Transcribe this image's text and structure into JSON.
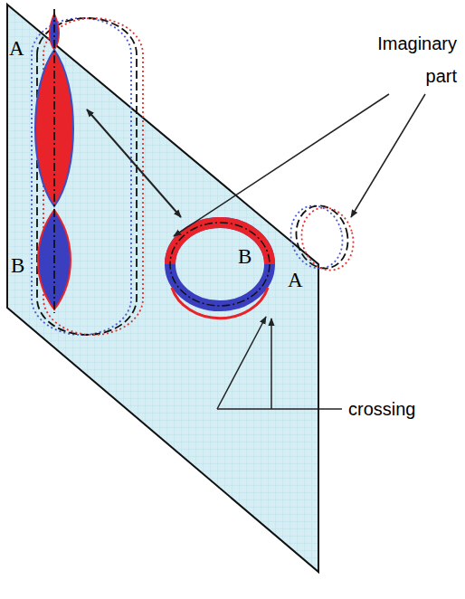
{
  "diagram": {
    "labels": [
      "A",
      "Imaginary part",
      "B",
      "B",
      "A",
      "crossing"
    ]
  }
}
